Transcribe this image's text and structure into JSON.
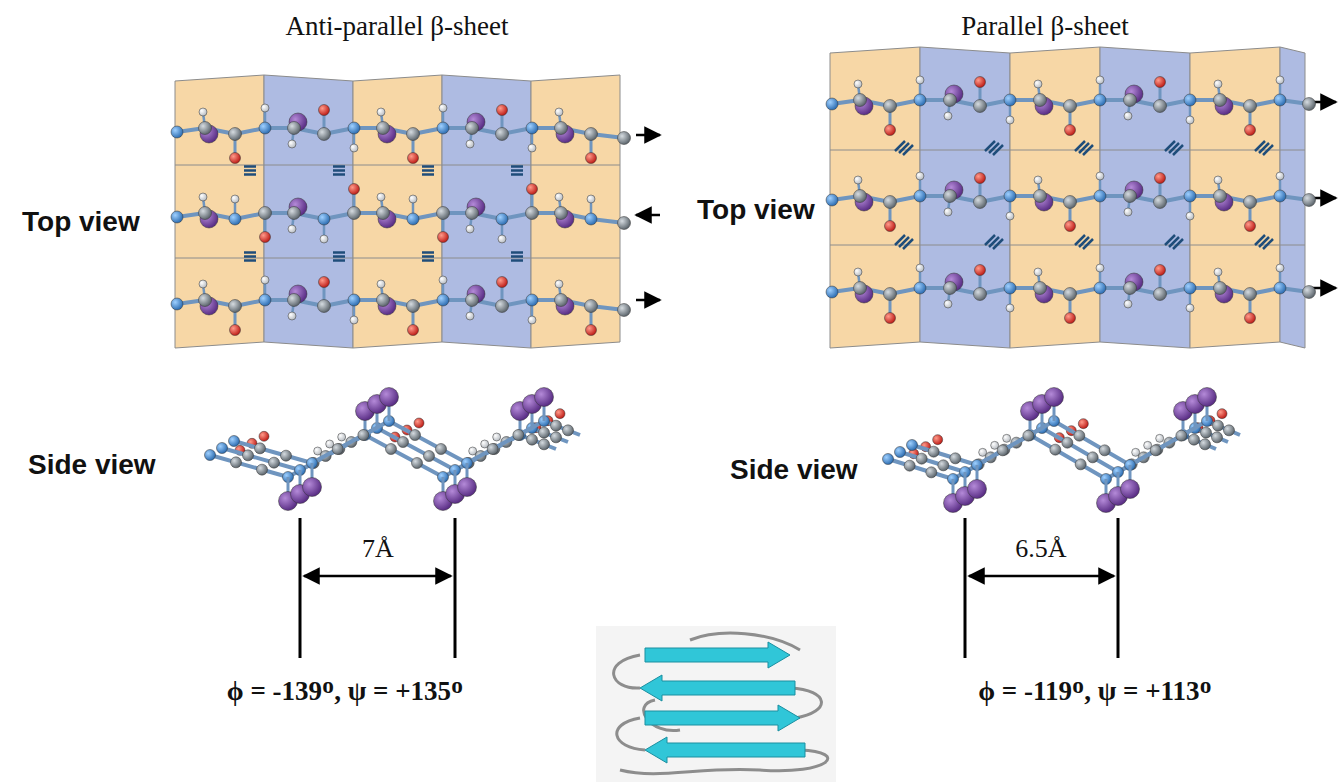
{
  "diagram": {
    "labels": [
      "Anti-parallel β-sheet",
      "Parallel β-sheet",
      "Top view",
      "Top view",
      "Side view",
      "Side view",
      "7Å",
      "6.5Å",
      "ϕ = -139ᴼ, ψ = +135ᴼ",
      "ϕ = -119ᴼ, ψ = +113ᴼ"
    ]
  }
}
